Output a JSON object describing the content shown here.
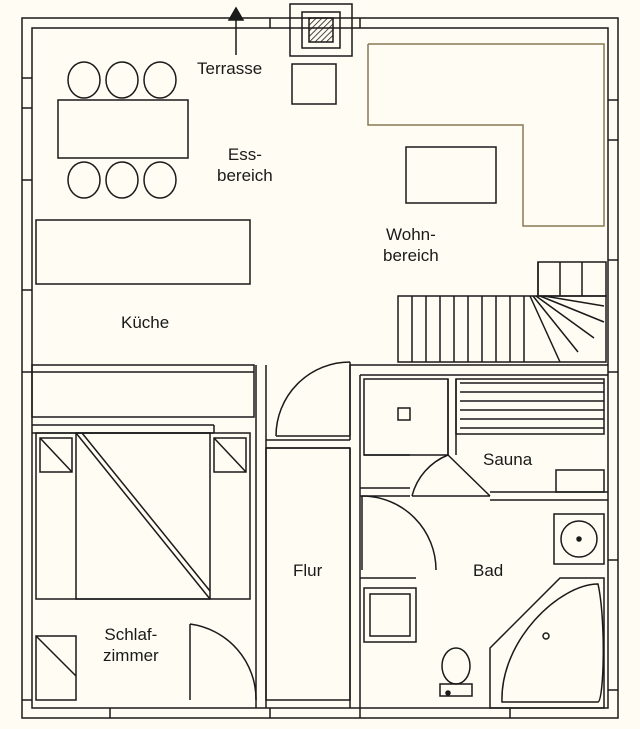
{
  "rooms": {
    "terrasse": "Terrasse",
    "essbereich": [
      "Ess-",
      "bereich"
    ],
    "wohnbereich": [
      "Wohn-",
      "bereich"
    ],
    "kueche": "Küche",
    "sauna": "Sauna",
    "flur": "Flur",
    "bad": "Bad",
    "schlafzimmer": [
      "Schlaf-",
      "zimmer"
    ]
  },
  "colors": {
    "line": "#1a1a1a",
    "background": "#fefcf3",
    "hatch": "#1a1a1a",
    "kitchen_counter": "#8a7a55"
  }
}
